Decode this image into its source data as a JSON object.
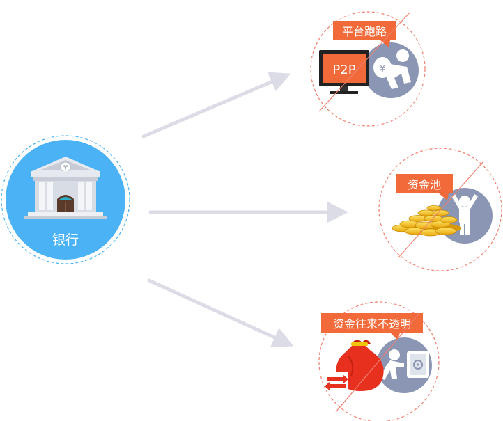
{
  "bank": {
    "label": "银行",
    "currency_symbol": "¥"
  },
  "risks": [
    {
      "id": "platform",
      "tag": "平台跑路",
      "screen_text": "P2P",
      "currency_symbol": "¥",
      "icon": "thief-running-with-money-bag"
    },
    {
      "id": "pool",
      "tag": "资金池",
      "icon": "gold-coins-and-figure"
    },
    {
      "id": "opaque",
      "tag": "资金往来不透明",
      "icon": "money-bag-and-safe"
    }
  ],
  "colors": {
    "bank_blue": "#4bb3f5",
    "tag_orange": "#f26a3a",
    "dashed_red": "#f08070",
    "figure_gray": "#8a96b3",
    "arrow_gray": "#dcdce6",
    "gold": "#f5c518",
    "bag_red": "#e8301f"
  }
}
